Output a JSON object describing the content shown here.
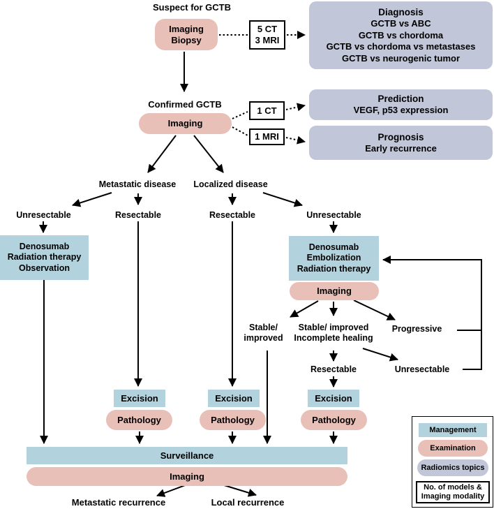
{
  "colors": {
    "management": "#b2d3de",
    "examination": "#e9c0b8",
    "radiomics": "#c1c6d8",
    "line": "#000000"
  },
  "titles": {
    "suspect": "Suspect for GCTB",
    "confirmed": "Confirmed GCTB"
  },
  "exams": {
    "imaging": "Imaging",
    "biopsy": "Biopsy",
    "pathology": "Pathology"
  },
  "modalities": {
    "ct5": "5 CT",
    "mri3": "3 MRI",
    "ct1": "1 CT",
    "mri1": "1 MRI"
  },
  "radiomics_boxes": {
    "diagnosis": {
      "title": "Diagnosis",
      "lines": [
        "GCTB vs ABC",
        "GCTB vs chordoma",
        "GCTB vs chordoma vs metastases",
        "GCTB vs neurogenic tumor"
      ]
    },
    "prediction": {
      "title": "Prediction",
      "lines": [
        "VEGF, p53 expression"
      ]
    },
    "prognosis": {
      "title": "Prognosis",
      "lines": [
        "Early recurrence"
      ]
    }
  },
  "branches": {
    "metastatic": "Metastatic disease",
    "localized": "Localized disease",
    "unresectable": "Unresectable",
    "resectable": "Resectable",
    "stable_improved": [
      "Stable/",
      "improved"
    ],
    "stable_incomplete": [
      "Stable/ improved",
      "Incomplete healing"
    ],
    "progressive": "Progressive"
  },
  "management": {
    "left": [
      "Denosumab",
      "Radiation therapy",
      "Observation"
    ],
    "right": [
      "Denosumab",
      "Embolization",
      "Radiation therapy"
    ],
    "excision": "Excision",
    "surveillance": "Surveillance"
  },
  "outcomes": {
    "metastatic_recurrence": "Metastatic recurrence",
    "local_recurrence": "Local recurrence"
  },
  "legend": {
    "management": "Management",
    "examination": "Examination",
    "radiomics": "Radiomics topics",
    "modality": [
      "No. of models &",
      "Imaging modality"
    ]
  }
}
